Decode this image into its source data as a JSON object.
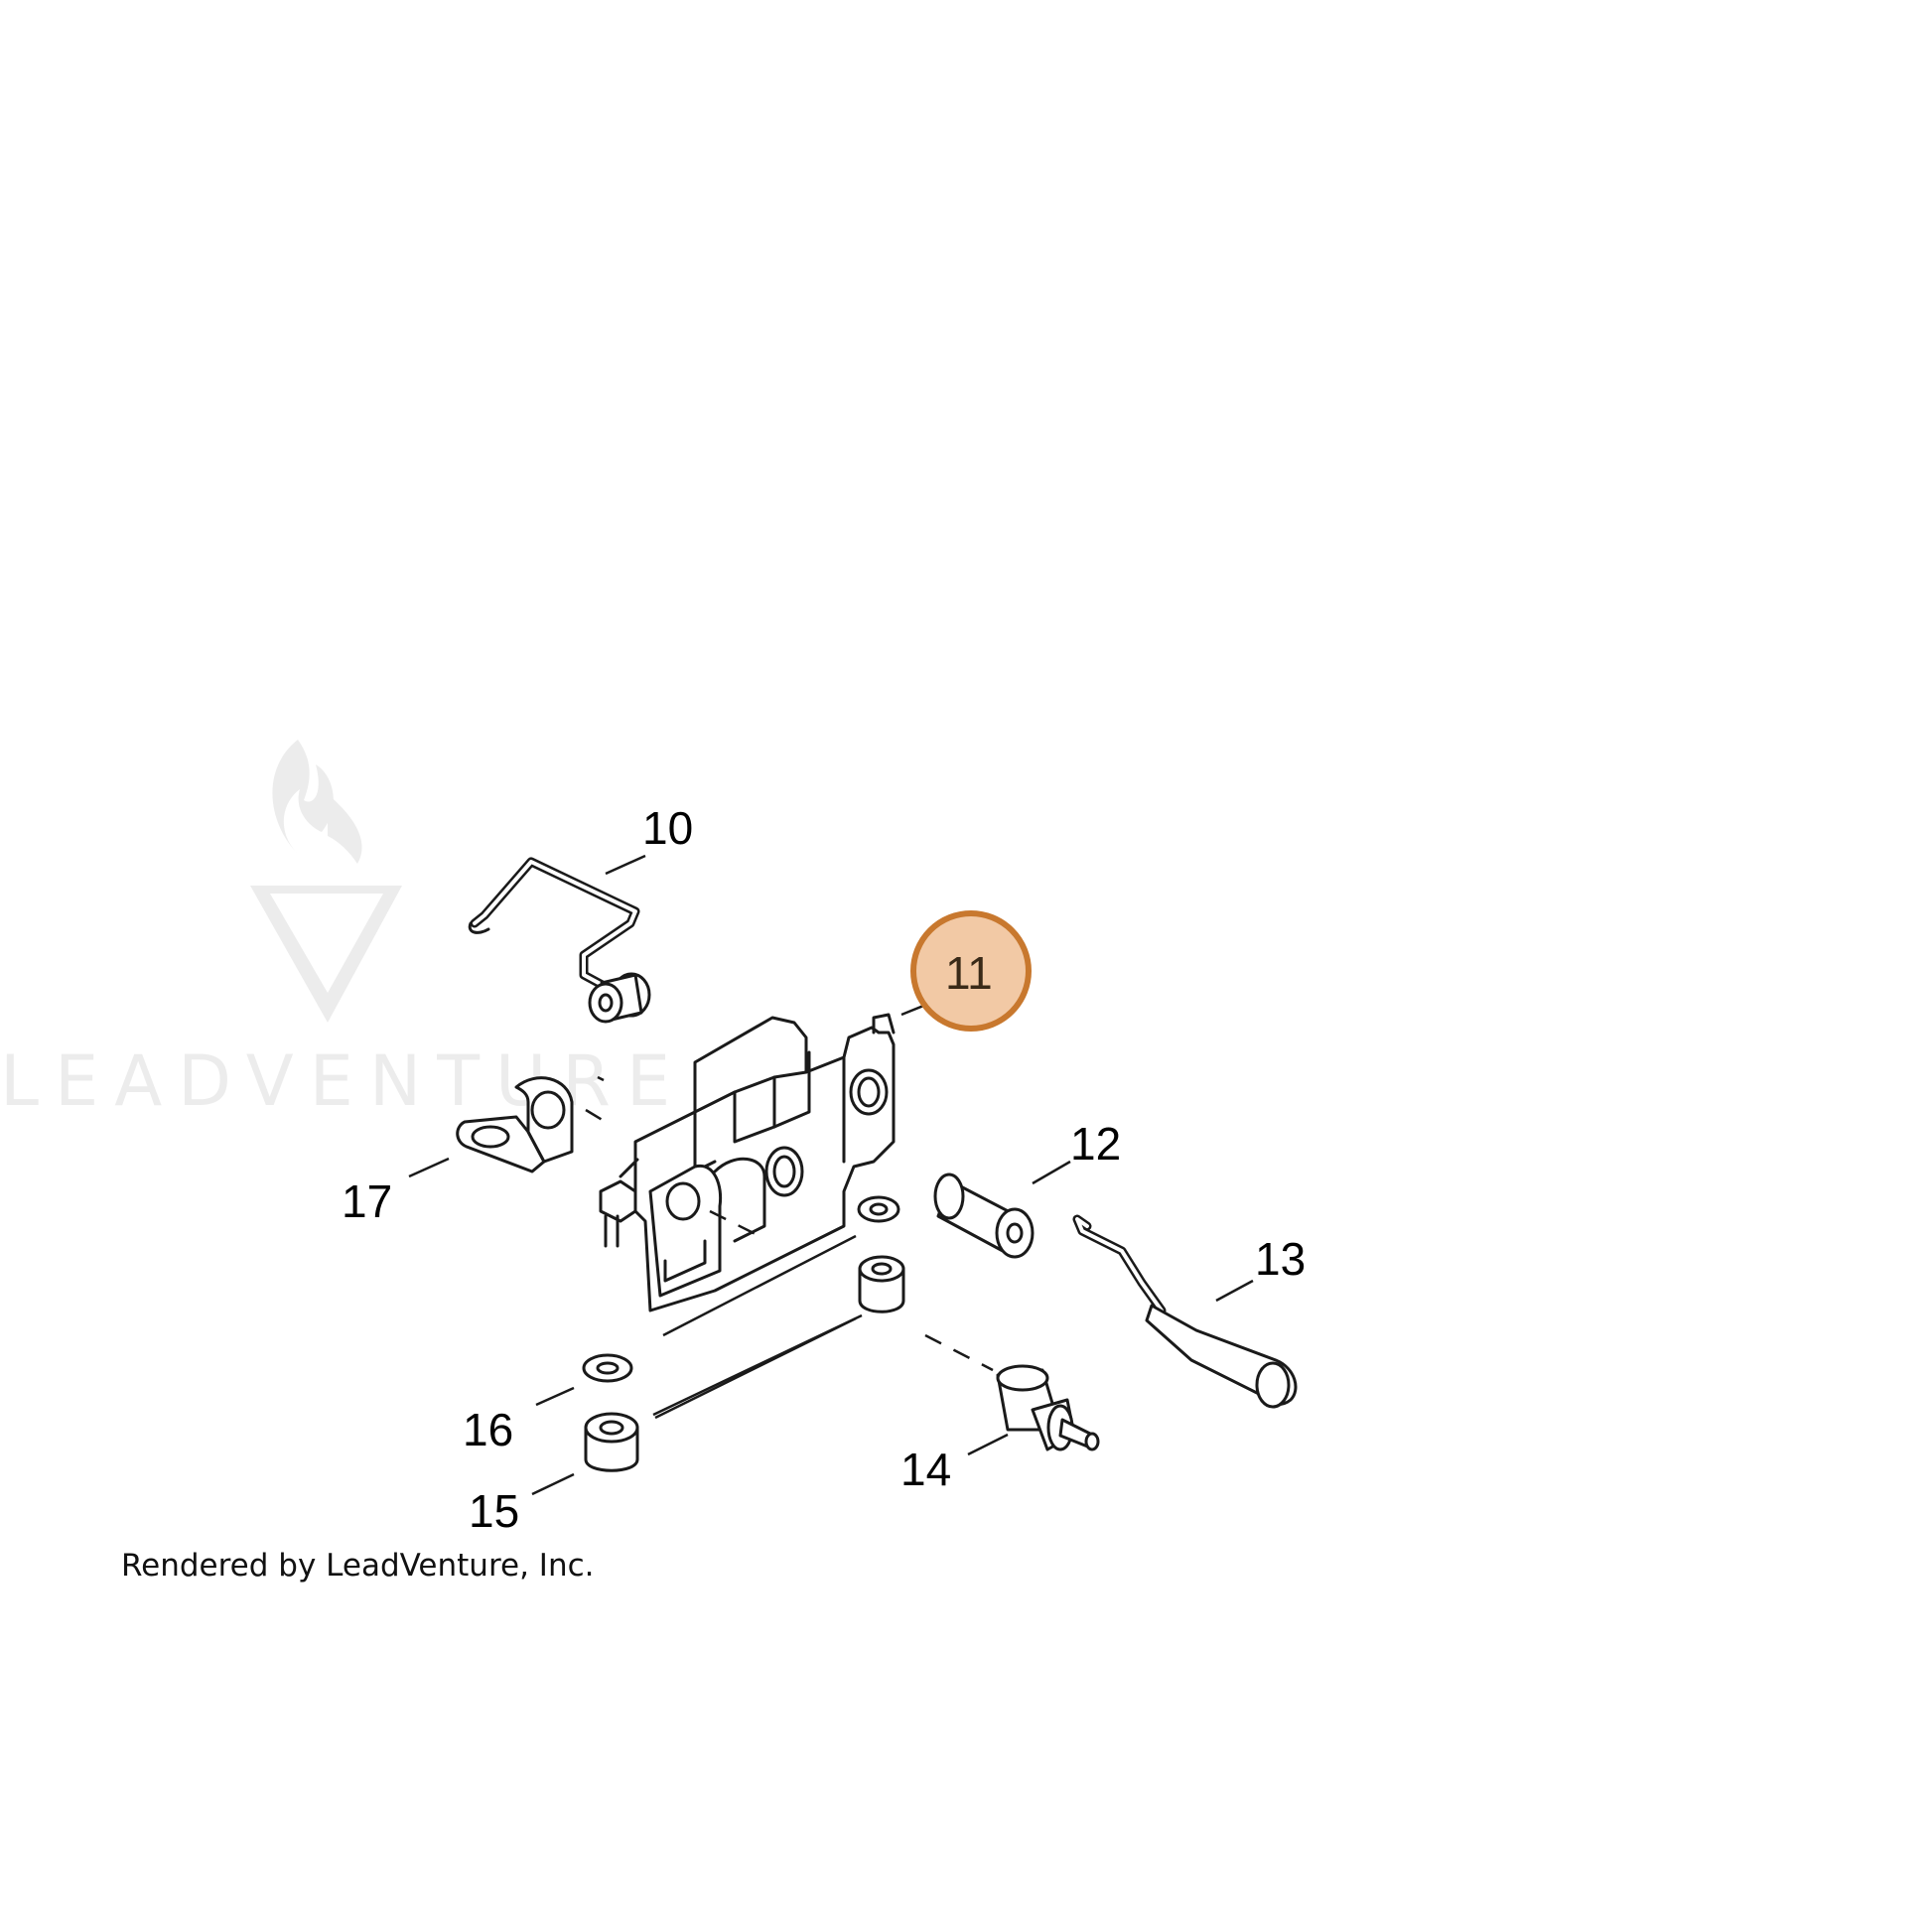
{
  "diagram": {
    "callouts": [
      {
        "id": "10",
        "label": "10",
        "highlighted": false
      },
      {
        "id": "11",
        "label": "11",
        "highlighted": true
      },
      {
        "id": "12",
        "label": "12",
        "highlighted": false
      },
      {
        "id": "13",
        "label": "13",
        "highlighted": false
      },
      {
        "id": "14",
        "label": "14",
        "highlighted": false
      },
      {
        "id": "15",
        "label": "15",
        "highlighted": false
      },
      {
        "id": "16",
        "label": "16",
        "highlighted": false
      },
      {
        "id": "17",
        "label": "17",
        "highlighted": false
      }
    ],
    "highlight": {
      "fill": "#f2c9a5",
      "stroke": "#c8782e"
    },
    "credit": "Rendered by LeadVenture, Inc.",
    "watermark": {
      "text": "LEADVENTURE",
      "icon": "flame-v-logo-icon",
      "color": "#ececec"
    }
  }
}
